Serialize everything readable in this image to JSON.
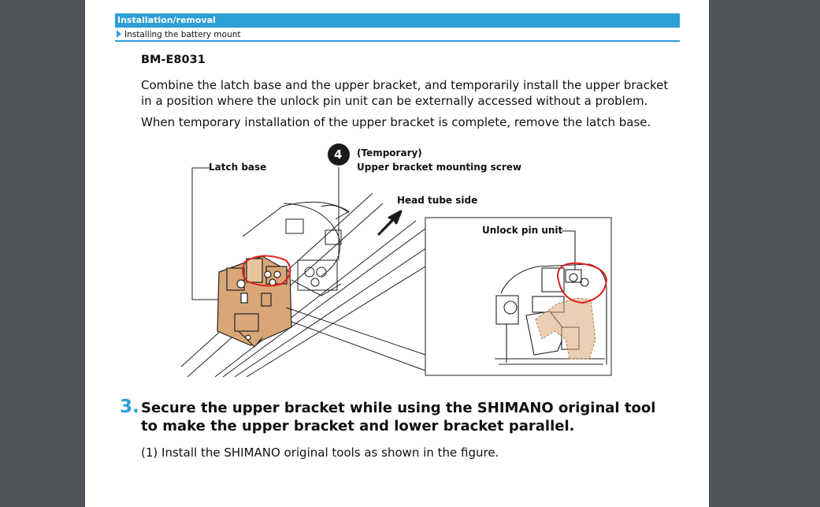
{
  "header": {
    "section": "Installation/removal",
    "subsection": "Installing the battery mount"
  },
  "model": "BM-E8031",
  "paragraphs": [
    "Combine the latch base and the upper bracket, and temporarily install the upper bracket in a position where the unlock pin unit can be externally accessed without a problem.",
    "When temporary installation of the upper bracket is complete, remove the latch base."
  ],
  "figure": {
    "callout_number": "4",
    "callout_line1": "(Temporary)",
    "callout_line2": "Upper bracket mounting screw",
    "label_latch_base": "Latch base",
    "label_head_tube": "Head tube side",
    "label_unlock_pin": "Unlock pin unit"
  },
  "step": {
    "number": "3.",
    "title": "Secure the upper bracket while using the SHIMANO original tool to make the upper bracket and lower bracket parallel.",
    "sub": "(1)  Install the SHIMANO original tools as shown in the figure."
  },
  "colors": {
    "accent": "#2c9fd6",
    "bracket": "#d9a777",
    "annotation_red": "#e0201c",
    "background": "#4f5559"
  }
}
